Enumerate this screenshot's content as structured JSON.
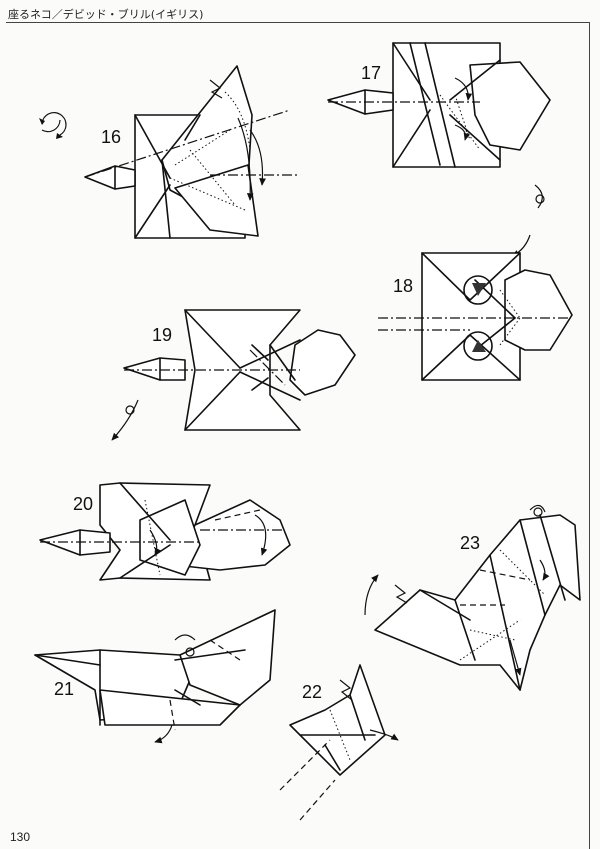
{
  "header": {
    "title": "座るネコ／デビッド・ブリル(イギリス)"
  },
  "page_number": "130",
  "steps": [
    {
      "number": "16"
    },
    {
      "number": "17"
    },
    {
      "number": "18"
    },
    {
      "number": "19"
    },
    {
      "number": "20"
    },
    {
      "number": "21"
    },
    {
      "number": "22"
    },
    {
      "number": "23"
    }
  ],
  "icons": {
    "turn_over": "turn-over-icon",
    "rotate": "rotate-arrow-icon"
  }
}
